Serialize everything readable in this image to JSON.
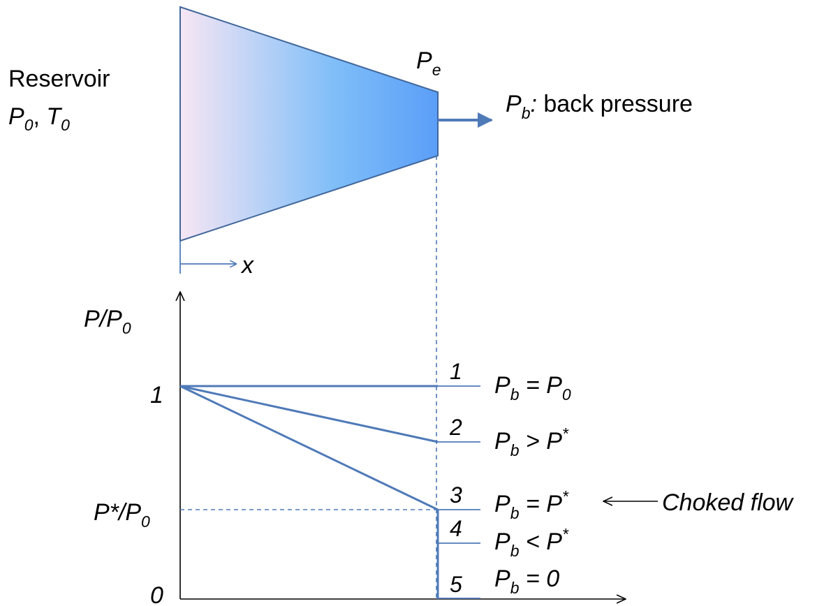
{
  "nozzle": {
    "reservoir_label": "Reservoir",
    "reservoir_p": "P",
    "reservoir_p_sub": "0",
    "reservoir_sep": ", ",
    "reservoir_t": "T",
    "reservoir_t_sub": "0",
    "exit_p": "P",
    "exit_p_sub": "e",
    "back_p": "P",
    "back_p_sub": "b",
    "back_colon": ":",
    "back_text": " back pressure",
    "x_label": "x",
    "gradient_start": "#f7e6f4",
    "gradient_mid": "#7fbef8",
    "gradient_end": "#5b9ef8",
    "outline_color": "#41679a"
  },
  "graph": {
    "y_label_p": "P/P",
    "y_label_sub": "0",
    "tick_one": "1",
    "tick_star_main": "P*/P",
    "tick_star_sub": "0",
    "tick_zero": "0",
    "curve_color": "#4f7ab8"
  },
  "cases": [
    {
      "num": "1",
      "lhs": "P",
      "lhs_sub": "b",
      "op": " = ",
      "rhs": "P",
      "rhs_sub": "0",
      "rhs_sup": ""
    },
    {
      "num": "2",
      "lhs": "P",
      "lhs_sub": "b",
      "op": " > ",
      "rhs": "P",
      "rhs_sub": "",
      "rhs_sup": "*"
    },
    {
      "num": "3",
      "lhs": "P",
      "lhs_sub": "b",
      "op": " = ",
      "rhs": "P",
      "rhs_sub": "",
      "rhs_sup": "*"
    },
    {
      "num": "4",
      "lhs": "P",
      "lhs_sub": "b",
      "op": " < ",
      "rhs": "P",
      "rhs_sub": "",
      "rhs_sup": "*"
    },
    {
      "num": "5",
      "lhs": "P",
      "lhs_sub": "b",
      "op": " = ",
      "rhs": "0",
      "rhs_sub": "",
      "rhs_sup": ""
    }
  ],
  "choked_label": "Choked flow"
}
